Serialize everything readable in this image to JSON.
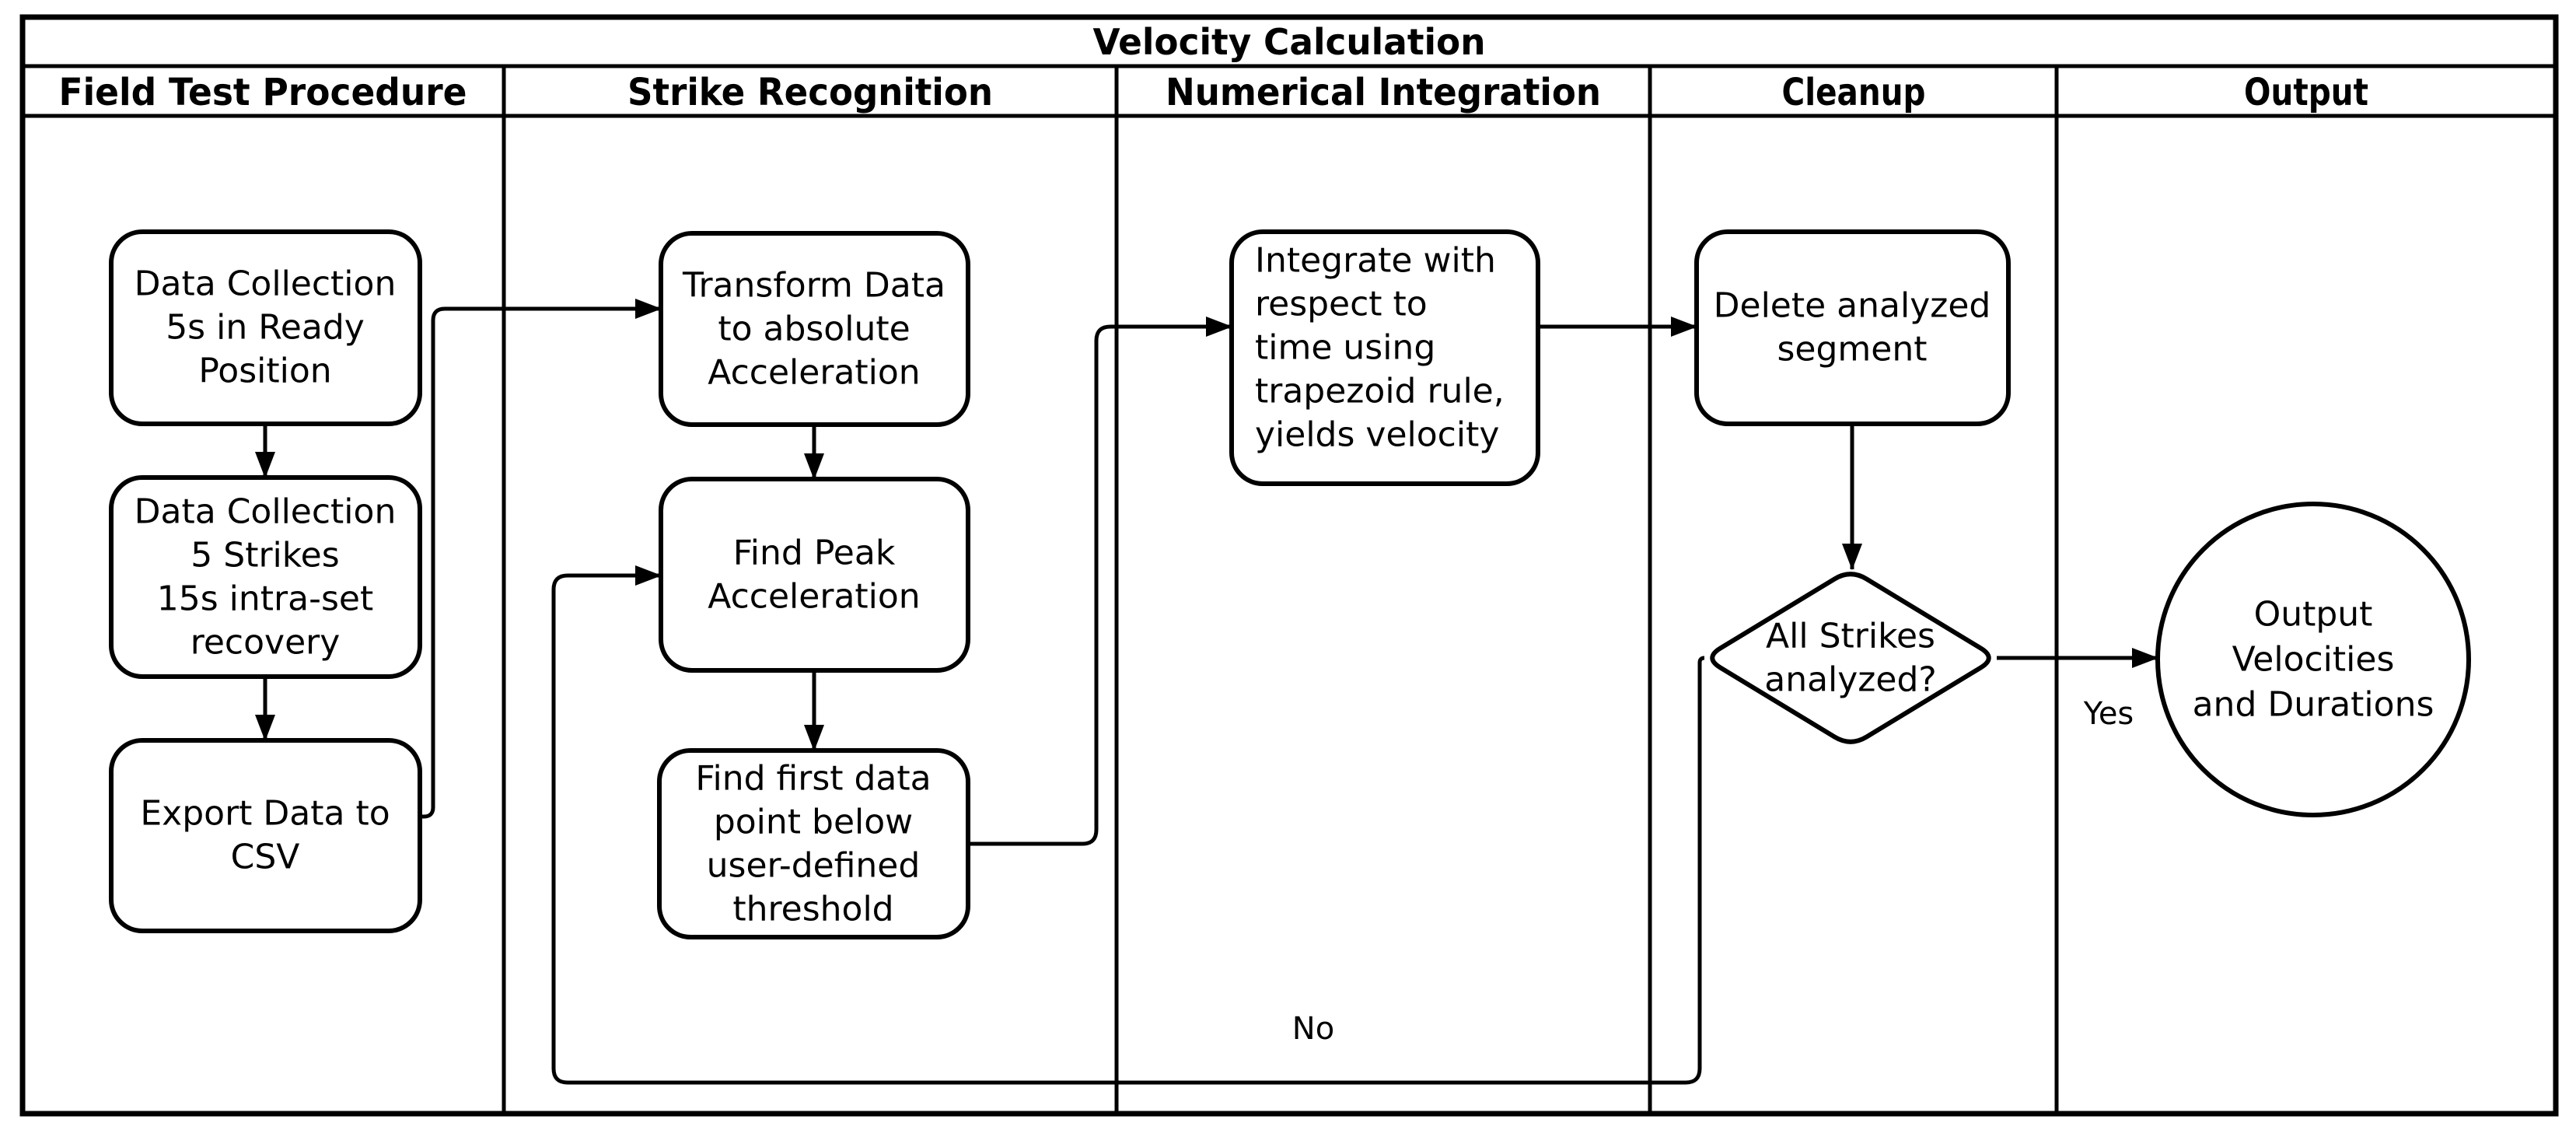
{
  "title": "Velocity Calculation",
  "lanes": [
    {
      "label": "Field Test Procedure"
    },
    {
      "label": "Strike Recognition"
    },
    {
      "label": "Numerical Integration"
    },
    {
      "label": "Cleanup"
    },
    {
      "label": "Output"
    }
  ],
  "nodes": {
    "ready": {
      "type": "process",
      "lines": [
        "Data Collection",
        "5s in Ready",
        "Position"
      ]
    },
    "strikes": {
      "type": "process",
      "lines": [
        "Data Collection",
        "5 Strikes",
        "15s intra-set",
        "recovery"
      ]
    },
    "export": {
      "type": "process",
      "lines": [
        "Export Data to",
        "CSV"
      ]
    },
    "transform": {
      "type": "process",
      "lines": [
        "Transform Data",
        "to absolute",
        "Acceleration"
      ]
    },
    "findpeak": {
      "type": "process",
      "lines": [
        "Find Peak",
        "Acceleration"
      ]
    },
    "findfirst": {
      "type": "process",
      "lines": [
        "Find first data",
        "point below",
        "user-defined",
        "threshold"
      ]
    },
    "integrate": {
      "type": "process",
      "lines": [
        "Integrate with",
        "respect to",
        "time using",
        "trapezoid rule,",
        "yields velocity"
      ]
    },
    "delete": {
      "type": "process",
      "lines": [
        "Delete analyzed",
        "segment"
      ]
    },
    "decision": {
      "type": "decision",
      "lines": [
        "All Strikes",
        "analyzed?"
      ]
    },
    "output": {
      "type": "terminal",
      "lines": [
        "Output",
        "Velocities",
        "and Durations"
      ]
    }
  },
  "labels": {
    "yes": "Yes",
    "no": "No"
  },
  "colors": {
    "stroke": "#000000",
    "background": "#ffffff"
  }
}
